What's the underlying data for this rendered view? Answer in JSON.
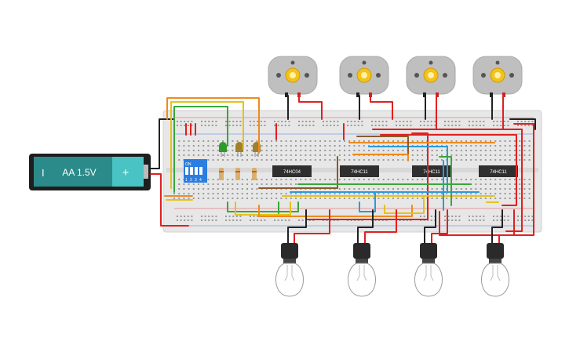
{
  "battery": {
    "minus": "I",
    "label": "AA 1.5V",
    "plus": "+"
  },
  "dip_switch": {
    "on_label": "ON",
    "numbers": [
      "1",
      "2",
      "3",
      "4"
    ]
  },
  "chips": [
    "74HC04",
    "74HC11",
    "74HC11",
    "74HC11"
  ],
  "motor_count": 4,
  "bulb_count": 4,
  "led_colors": [
    "#2e9a2e",
    "#a0802a",
    "#a0802a"
  ],
  "colors": {
    "breadboard": "#e7e7e7",
    "battery_body": "#2b8a8a",
    "battery_cap": "#49c3c3",
    "chip_body": "#2f2f2f",
    "dip_body": "#2a7de1",
    "wire_red": "#e02020",
    "wire_black": "#222222",
    "wire_orange": "#ef8a1e",
    "wire_yellow": "#e5c21a",
    "wire_green": "#3aa63a",
    "wire_blue": "#2d9ad6",
    "wire_brown": "#8a5a2b"
  }
}
